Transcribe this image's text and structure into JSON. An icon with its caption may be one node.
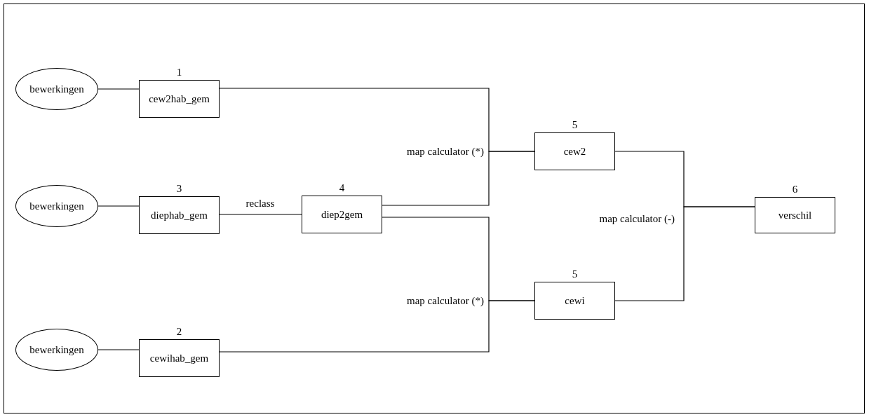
{
  "diagram": {
    "nodes": [
      {
        "text": [
          "bewerkingen"
        ]
      },
      {
        "text": [
          "cew2hab_gem"
        ],
        "beside": [
          "1"
        ]
      },
      {
        "text": [
          "bewerkingen"
        ]
      },
      {
        "text": [
          "diephab_gem"
        ],
        "beside": [
          "3"
        ]
      },
      {
        "text": [
          "diep2gem"
        ],
        "beside": [
          "4"
        ]
      },
      {
        "text": [
          "bewerkingen"
        ]
      },
      {
        "text": [
          "cewihab_gem"
        ],
        "beside": [
          "2"
        ]
      },
      {
        "text": [
          "cew2"
        ],
        "beside": [
          "5"
        ]
      },
      {
        "text": [
          "cewi"
        ],
        "beside": [
          "5"
        ]
      },
      {
        "text": [
          "verschil"
        ],
        "beside": [
          "6"
        ]
      }
    ],
    "edges": [
      {
        "from": 0,
        "to": 1,
        "arrow": "none"
      },
      {
        "from": 2,
        "to": 3,
        "arrow": "none"
      },
      {
        "from": 5,
        "to": 6,
        "arrow": "none"
      },
      {
        "from": 3,
        "to": 4,
        "arrow": "none",
        "label": "reclass"
      },
      {
        "from": 1,
        "to": 7,
        "arrow": "none",
        "label": "map calculator (*)"
      },
      {
        "from": 4,
        "to": 7,
        "arrow": "none"
      },
      {
        "from": 4,
        "to": 8,
        "arrow": "none"
      },
      {
        "from": 6,
        "to": 8,
        "arrow": "none",
        "label": "map calculator (*)"
      },
      {
        "from": 7,
        "to": 9,
        "arrow": "none",
        "label": "map calculator (-)"
      },
      {
        "from": 8,
        "to": 9,
        "arrow": "none"
      }
    ]
  }
}
